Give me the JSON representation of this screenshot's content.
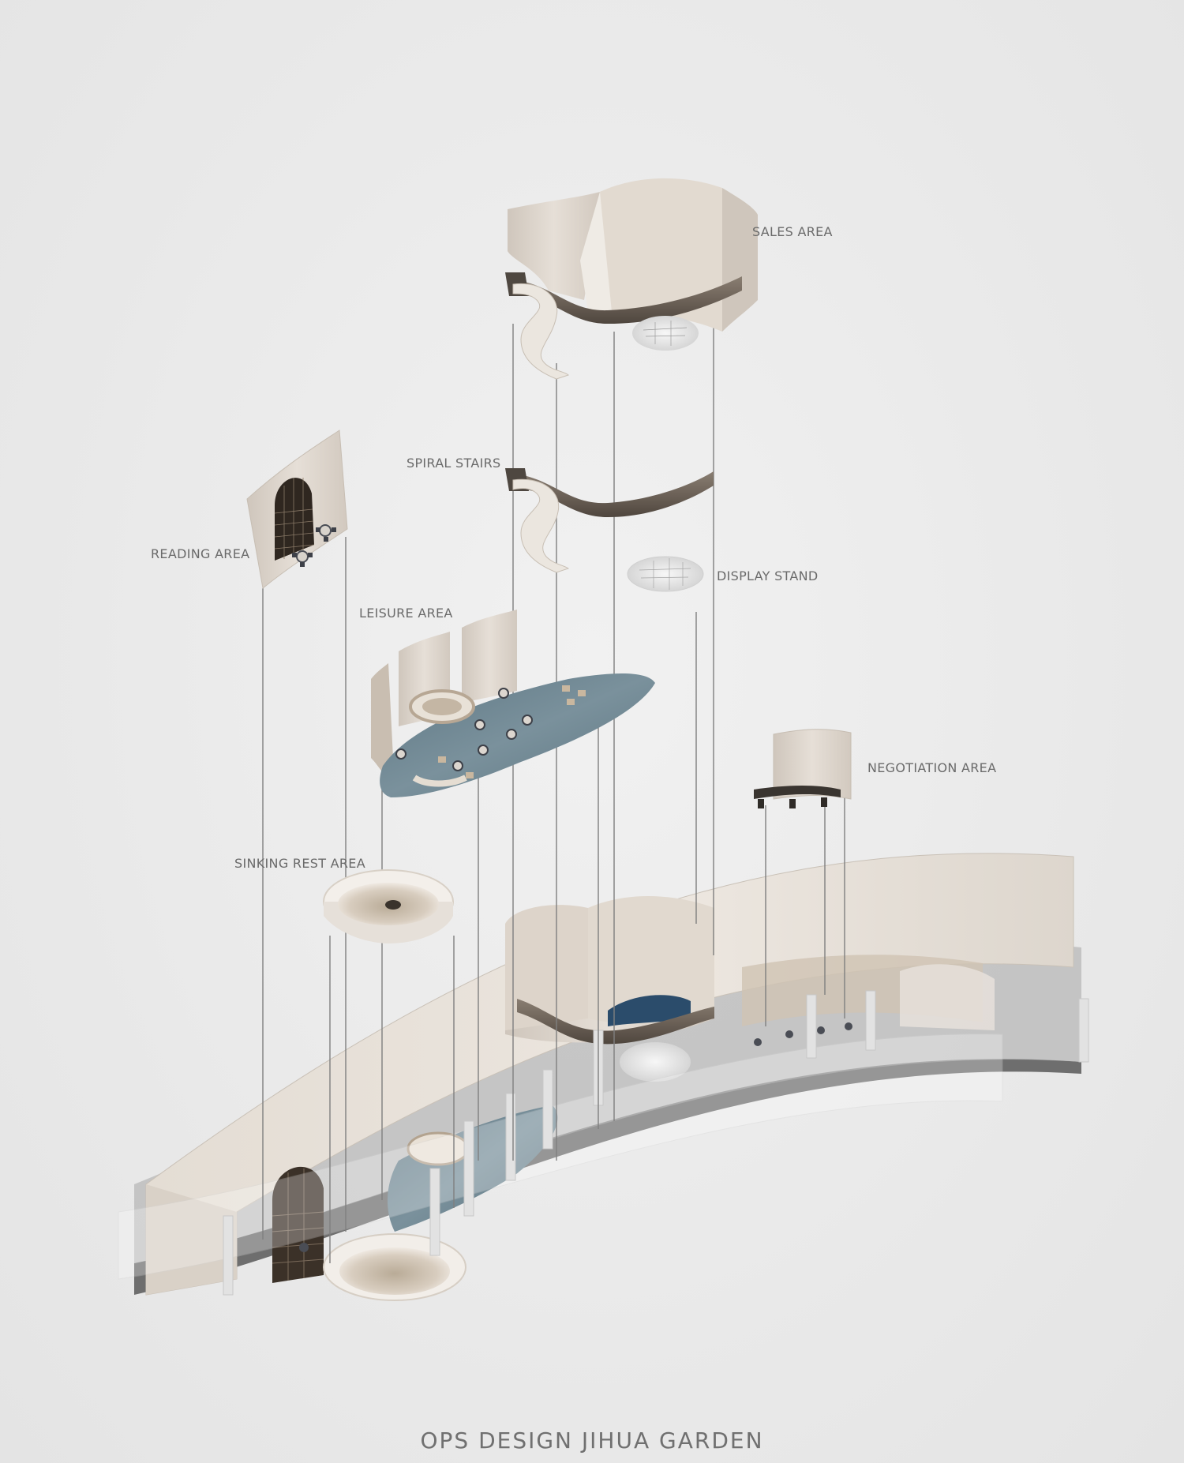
{
  "labels": {
    "sales_area": "SALES AREA",
    "spiral_stairs": "SPIRAL STAIRS",
    "reading_area": "READING AREA",
    "display_stand": "DISPLAY STAND",
    "leisure_area": "LEISURE AREA",
    "negotiation_area": "NEGOTIATION AREA",
    "sinking_rest_area": "SINKING REST AREA"
  },
  "caption": "OPS DESIGN JIHUA GARDEN",
  "colors": {
    "background": "#ececec",
    "wall": "#ddd5cc",
    "wall_shade": "#c8beb3",
    "floor": "#7d7d7d",
    "carpet": "#6f8793",
    "stair_band": "#6b6158",
    "guide_line": "#808080",
    "label_text": "#6a6a6a"
  }
}
